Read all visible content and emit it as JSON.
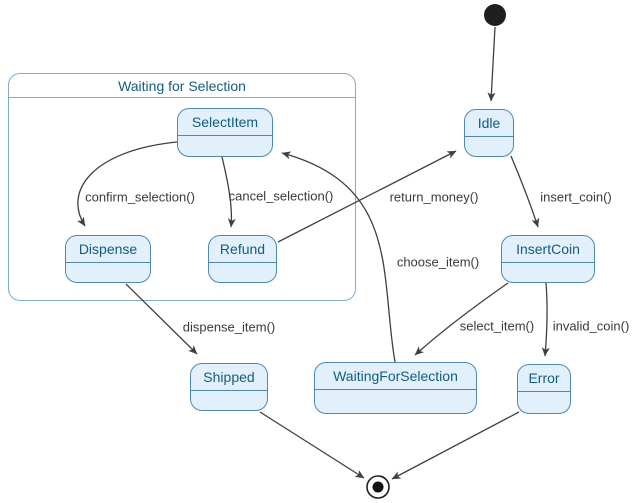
{
  "diagram": {
    "type": "uml-state-machine",
    "colors": {
      "state_fill": "#E1F0FA",
      "state_border": "#4E89B2",
      "composite_border": "#7FACCB",
      "state_text": "#135C84",
      "edge_stroke": "#3F3F3F",
      "edge_label_text": "#3A3A3A",
      "background": "#FFFFFF"
    },
    "composite": {
      "label": "Waiting for Selection"
    },
    "states": {
      "selectitem": {
        "label": "SelectItem"
      },
      "dispense": {
        "label": "Dispense"
      },
      "refund": {
        "label": "Refund"
      },
      "idle": {
        "label": "Idle"
      },
      "insertcoin": {
        "label": "InsertCoin"
      },
      "waitingforselection": {
        "label": "WaitingForSelection"
      },
      "error": {
        "label": "Error"
      },
      "shipped": {
        "label": "Shipped"
      }
    },
    "nodes": {
      "initial": "initial-state",
      "final": "final-state"
    },
    "transitions": [
      {
        "from": "initial",
        "to": "Idle",
        "label": ""
      },
      {
        "from": "Idle",
        "to": "InsertCoin",
        "label": "insert_coin()"
      },
      {
        "from": "Refund",
        "to": "Idle",
        "label": "return_money()"
      },
      {
        "from": "WaitingForSelection",
        "to": "SelectItem",
        "label": "choose_item()"
      },
      {
        "from": "SelectItem",
        "to": "Dispense",
        "label": "confirm_selection()"
      },
      {
        "from": "SelectItem",
        "to": "Refund",
        "label": "cancel_selection()"
      },
      {
        "from": "Dispense",
        "to": "Shipped",
        "label": "dispense_item()"
      },
      {
        "from": "InsertCoin",
        "to": "WaitingForSelection",
        "label": "select_item()"
      },
      {
        "from": "InsertCoin",
        "to": "Error",
        "label": "invalid_coin()"
      },
      {
        "from": "Shipped",
        "to": "final",
        "label": ""
      },
      {
        "from": "Error",
        "to": "final",
        "label": ""
      }
    ]
  }
}
